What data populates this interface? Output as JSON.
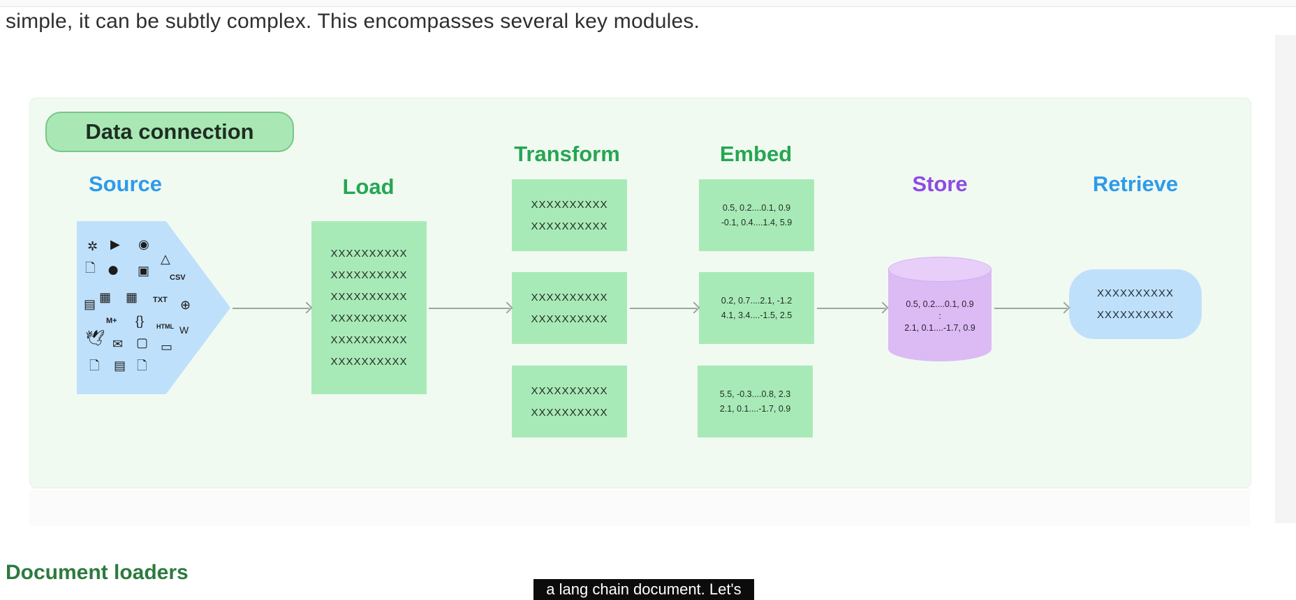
{
  "intro_text": "simple, it can be subtly complex. This encompasses several key modules.",
  "diagram": {
    "pill_label": "Data connection",
    "stages": {
      "source": "Source",
      "load": "Load",
      "transform": "Transform",
      "embed": "Embed",
      "store": "Store",
      "retrieve": "Retrieve"
    },
    "load_lines": [
      "XXXXXXXXXX",
      "XXXXXXXXXX",
      "XXXXXXXXXX",
      "XXXXXXXXXX",
      "XXXXXXXXXX",
      "XXXXXXXXXX"
    ],
    "transform_boxes": [
      [
        "XXXXXXXXXX",
        "XXXXXXXXXX"
      ],
      [
        "XXXXXXXXXX",
        "XXXXXXXXXX"
      ],
      [
        "XXXXXXXXXX",
        "XXXXXXXXXX"
      ]
    ],
    "embed_boxes": [
      [
        "0.5, 0.2....0.1, 0.9",
        "-0.1, 0.4....1.4, 5.9"
      ],
      [
        "0.2, 0.7....2.1, -1.2",
        "4.1, 3.4....-1.5, 2.5"
      ],
      [
        "5.5, -0.3....0.8, 2.3",
        "2.1, 0.1....-1.7, 0.9"
      ]
    ],
    "store_lines": [
      "0.5, 0.2....0.1, 0.9",
      ":",
      "2.1, 0.1....-1.7, 0.9"
    ],
    "retrieve_lines": [
      "XXXXXXXXXX",
      "XXXXXXXXXX"
    ],
    "source_icon_labels": {
      "csv": "CSV",
      "txt": "TXT",
      "html": "HTML",
      "wiki": "W",
      "md": "M+"
    },
    "colors": {
      "green_title": "#26a653",
      "blue_title": "#2e9bea",
      "purple_title": "#8d4be5",
      "green_box": "#a8eab7",
      "blue_box": "#bfe0fb",
      "purple_store": "#dcbaf4"
    }
  },
  "section_heading": "Document loaders",
  "caption": "a lang chain document. Let's"
}
